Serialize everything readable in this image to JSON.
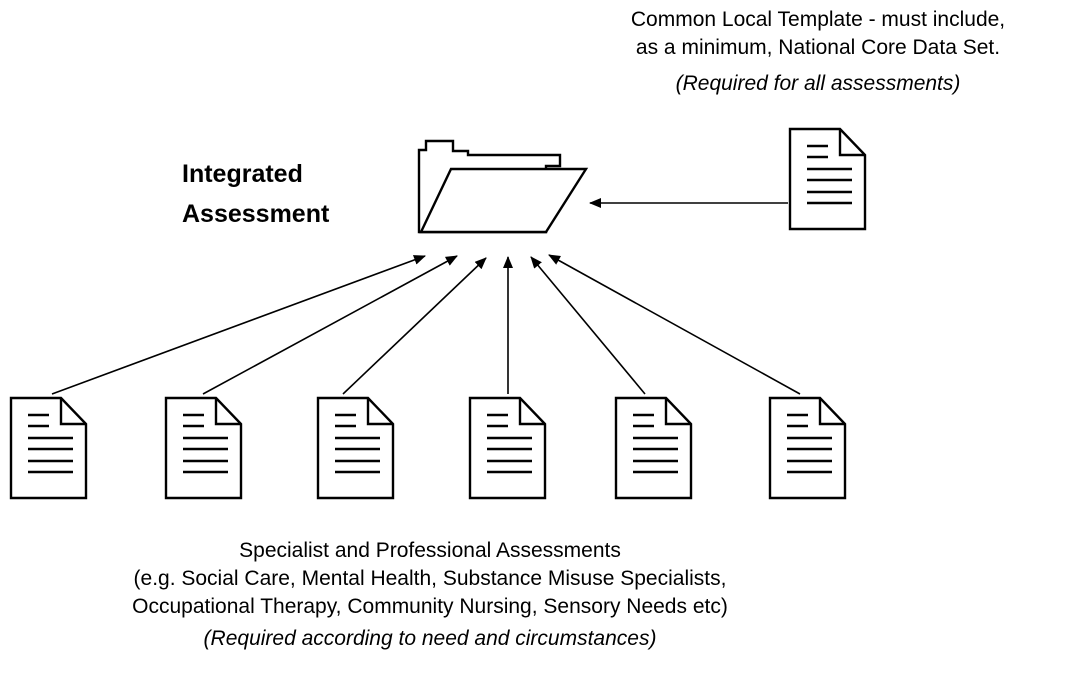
{
  "center": {
    "title_line1": "Integrated",
    "title_line2": "Assessment"
  },
  "template_note": {
    "line1": "Common Local Template - must include,",
    "line2": "as a minimum, National Core Data Set.",
    "requirement": "(Required for all assessments)"
  },
  "specialist_note": {
    "line1": "Specialist and Professional Assessments",
    "line2": "(e.g. Social Care, Mental Health, Substance Misuse Specialists,",
    "line3": "Occupational Therapy, Community Nursing, Sensory Needs etc)",
    "requirement": "(Required according to need and circumstances)"
  },
  "icons": {
    "folder": "folder-icon",
    "document": "document-icon"
  },
  "colors": {
    "stroke": "#000000",
    "background": "#ffffff"
  }
}
